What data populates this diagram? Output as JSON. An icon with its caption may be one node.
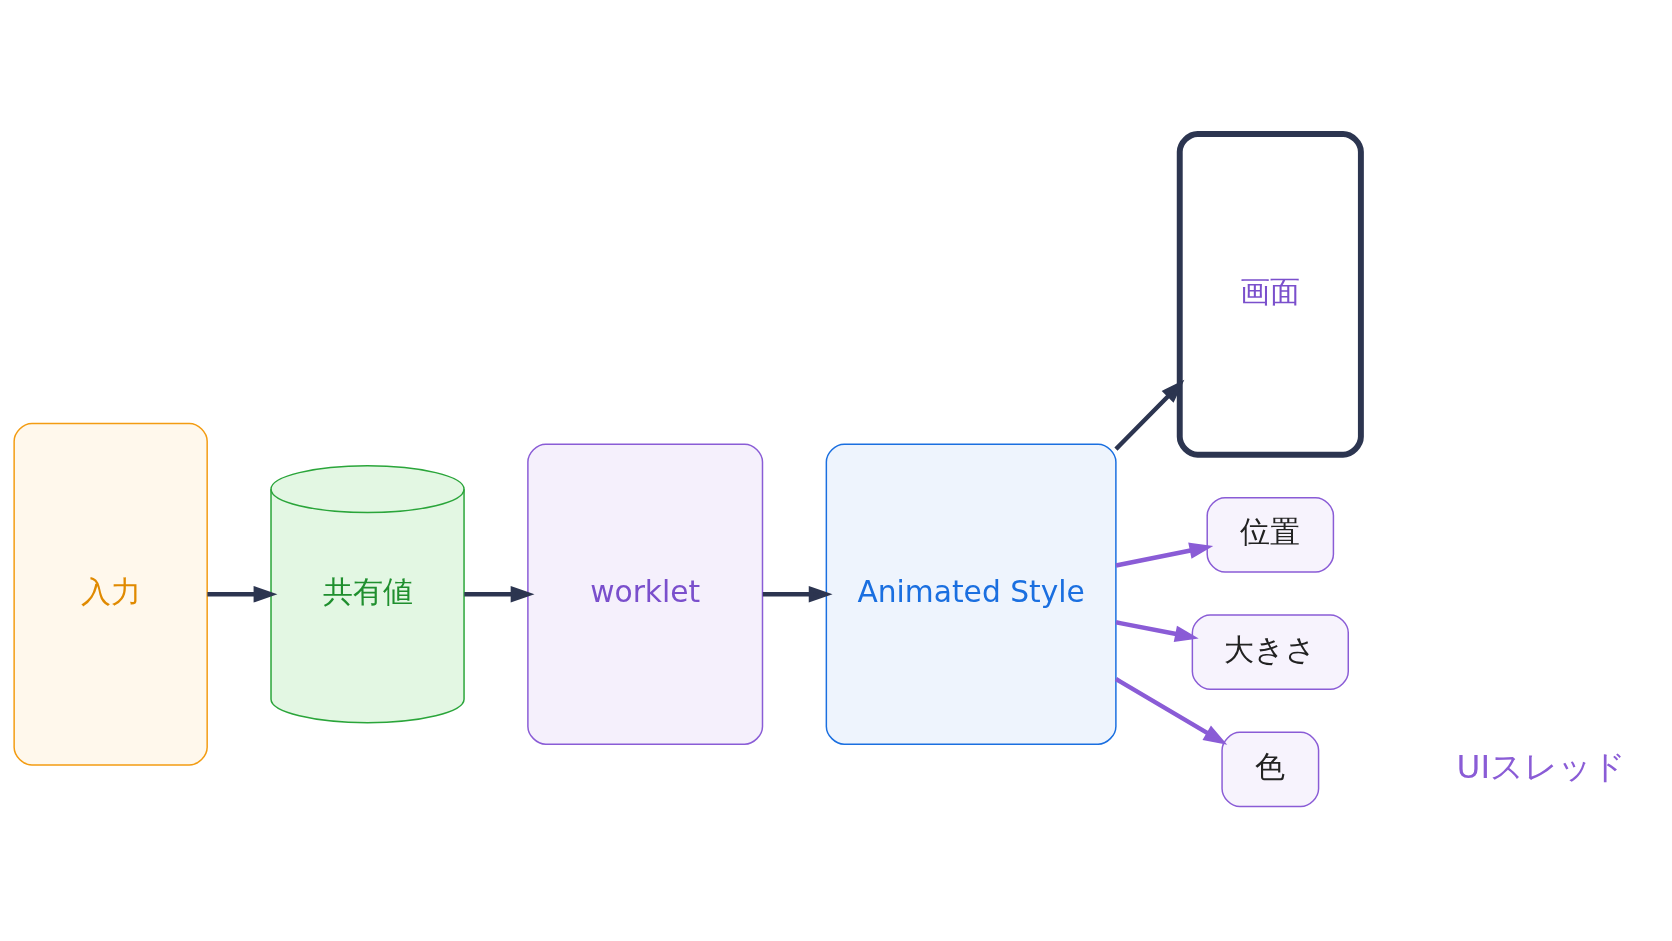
{
  "diagram": {
    "nodes": [
      {
        "text": [
          "入力"
        ]
      },
      {
        "text": [
          "共有値"
        ]
      },
      {
        "text": [
          "worklet"
        ]
      },
      {
        "text": [
          "Animated Style"
        ]
      },
      {
        "text": [
          "画面"
        ]
      },
      {
        "text": [
          "位置"
        ]
      },
      {
        "text": [
          "大きさ"
        ]
      },
      {
        "text": [
          "色"
        ]
      }
    ],
    "edges": [
      {
        "from": 0,
        "to": 1,
        "arrow": "to"
      },
      {
        "from": 1,
        "to": 2,
        "arrow": "to"
      },
      {
        "from": 2,
        "to": 3,
        "arrow": "to"
      },
      {
        "from": 3,
        "to": 4,
        "arrow": "to"
      },
      {
        "from": 3,
        "to": 5,
        "arrow": "to",
        "color": "#8a5cd6"
      },
      {
        "from": 3,
        "to": 6,
        "arrow": "to",
        "color": "#8a5cd6"
      },
      {
        "from": 3,
        "to": 7,
        "arrow": "to",
        "color": "#8a5cd6"
      }
    ],
    "labels": [
      "UIスレッド"
    ]
  }
}
